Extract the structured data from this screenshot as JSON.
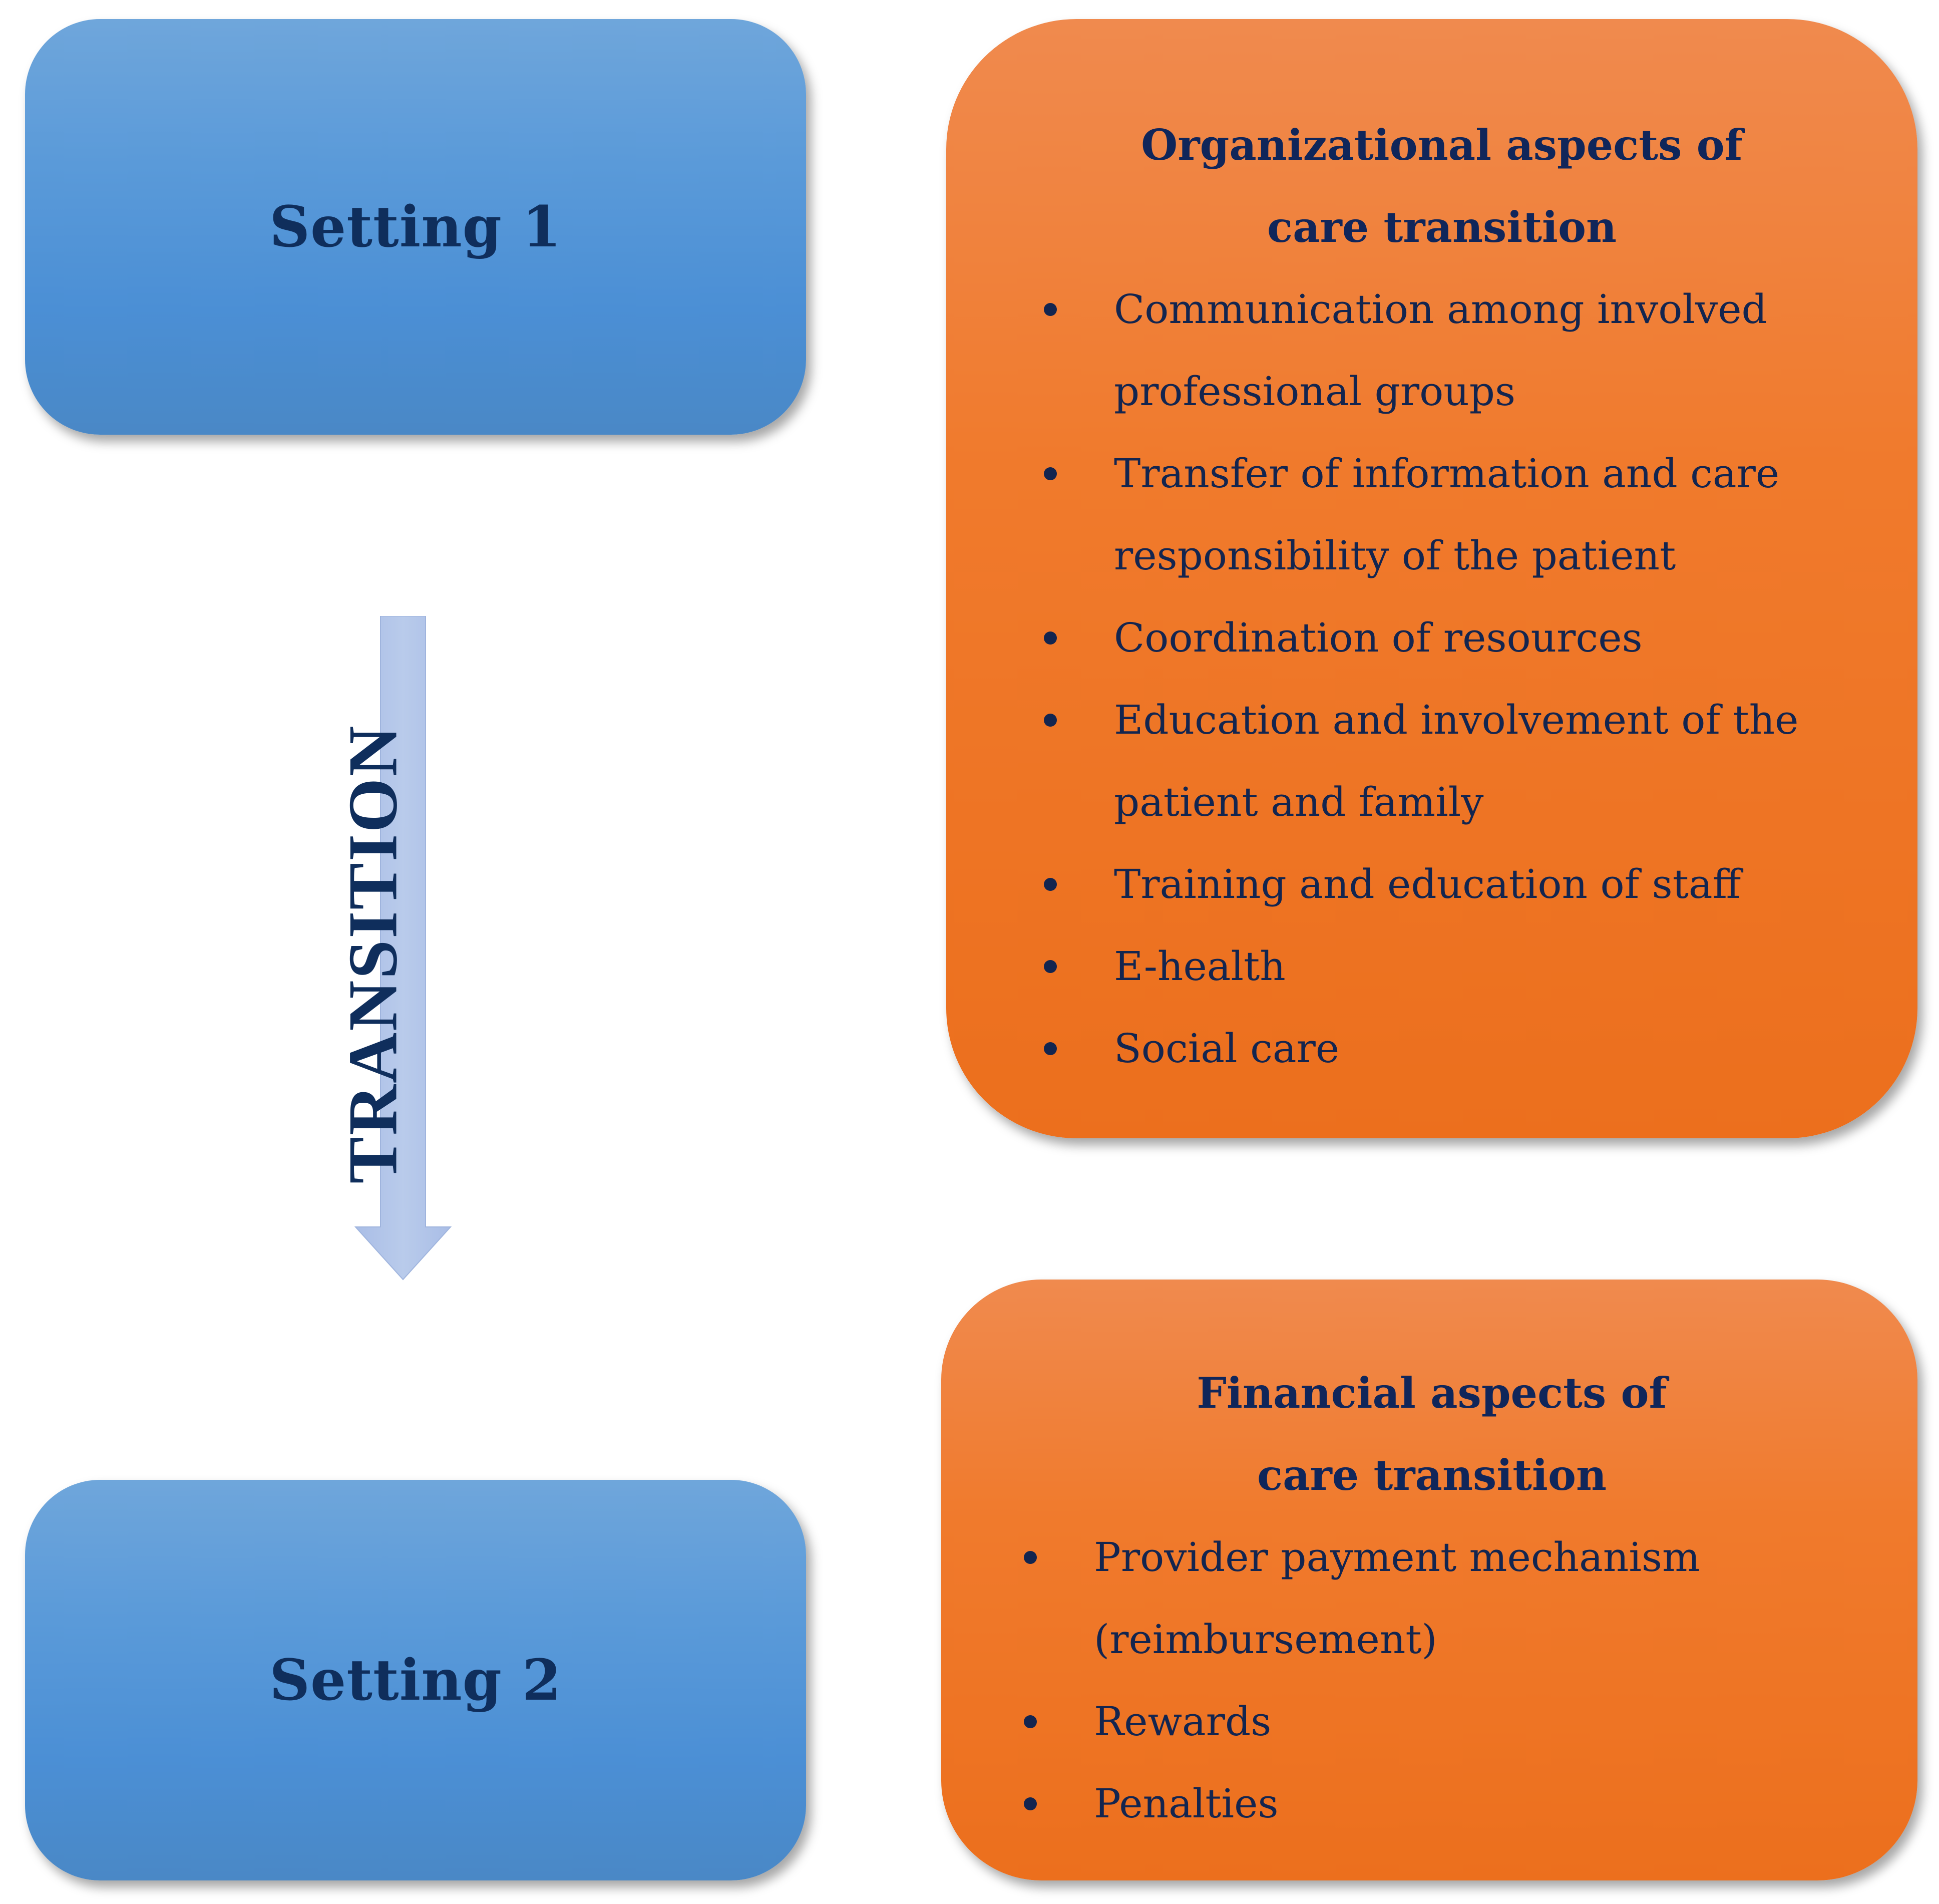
{
  "setting_1": {
    "label": "Setting 1"
  },
  "setting_2": {
    "label": "Setting 2"
  },
  "transition": {
    "label": "TRANSITION"
  },
  "organizational": {
    "title_line1": "Organizational aspects of",
    "title_line2": "care transition",
    "items": [
      "Communication among involved professional groups",
      "Transfer of information and care responsibility of the patient",
      "Coordination of resources",
      "Education and involvement of the patient and family",
      "Training and education of staff",
      "E-health",
      "Social care"
    ]
  },
  "financial": {
    "title_line1": "Financial aspects of",
    "title_line2": "care transition",
    "items": [
      "Provider payment mechanism (reimbursement)",
      "Rewards",
      "Penalties"
    ]
  },
  "colors": {
    "setting_box": "#5a9ad9",
    "aspect_box": "#f07a2c",
    "arrow": "#b3c6e8",
    "text_dark_blue": "#0f2e5c"
  }
}
